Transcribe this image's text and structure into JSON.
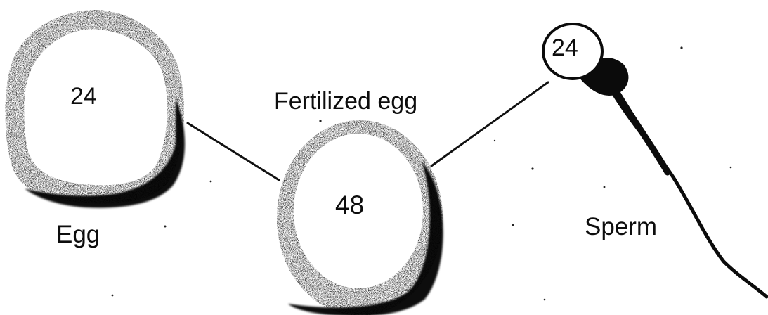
{
  "labels": {
    "egg_chromosomes": "24",
    "fertilized_chromosomes": "48",
    "sperm_chromosomes": "24",
    "egg": "Egg",
    "fertilized_egg": "Fertilized egg",
    "sperm": "Sperm"
  },
  "colors": {
    "ink": "#0d0d0d",
    "cell_texture": "#2a2a2a",
    "background": "#ffffff"
  }
}
